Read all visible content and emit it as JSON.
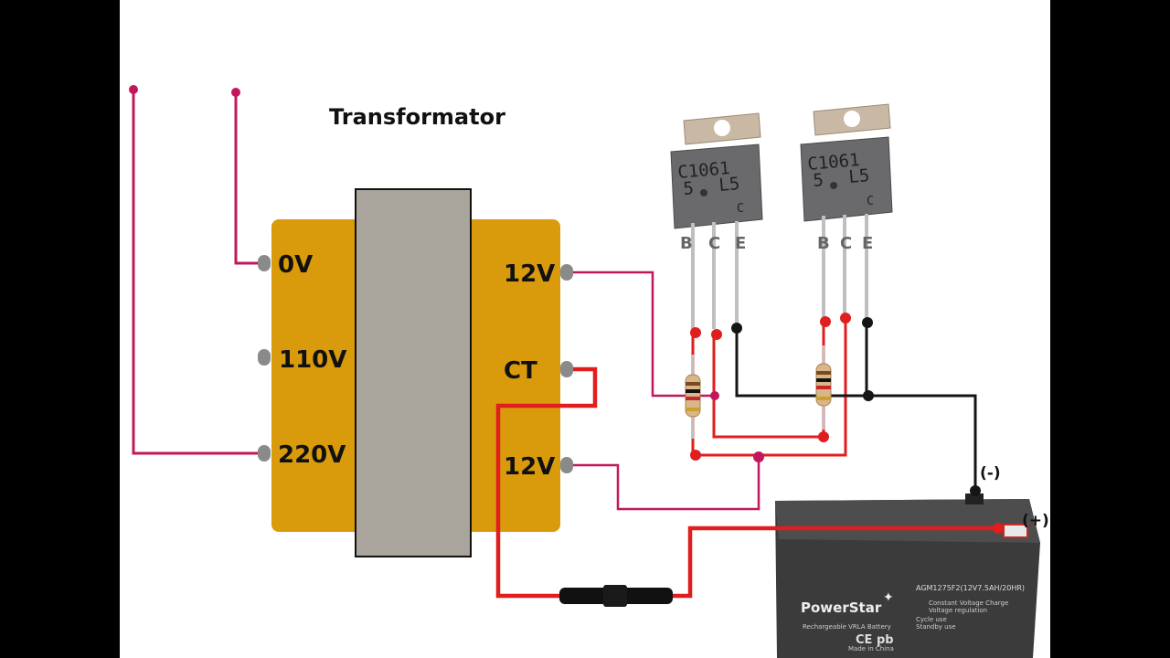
{
  "title": "Transformator",
  "transformer": {
    "primary_taps": [
      "0V",
      "110V",
      "220V"
    ],
    "secondary_taps": [
      "12V",
      "CT",
      "12V"
    ]
  },
  "transistors": [
    {
      "marking_line1": "C1061",
      "marking_line2": "5",
      "marking_line3": "L5",
      "marking_line4": "C",
      "pins": [
        "B",
        "C",
        "E"
      ]
    },
    {
      "marking_line1": "C1061",
      "marking_line2": "5",
      "marking_line3": "L5",
      "marking_line4": "C",
      "pins": [
        "B",
        "C",
        "E"
      ]
    }
  ],
  "battery": {
    "negative_label": "(-)",
    "positive_label": "(+)",
    "brand": "PowerStar",
    "model": "AGM1275F2(12V7.5AH/20HR)",
    "type": "Rechargeable VRLA Battery",
    "spec_line1": "Constant Voltage Charge",
    "spec_line2": "Voltage regulation",
    "spec_line3": "Cycle use",
    "spec_line4": "Standby use",
    "origin": "Made in China",
    "cert": "CE pb"
  },
  "colors": {
    "transformer_body": "#d99a0b",
    "transformer_core": "#a9a49c",
    "wire_red": "#e01e1e",
    "wire_pink": "#c2185b",
    "wire_black": "#151515",
    "pin_gray": "#8a8a8a"
  }
}
